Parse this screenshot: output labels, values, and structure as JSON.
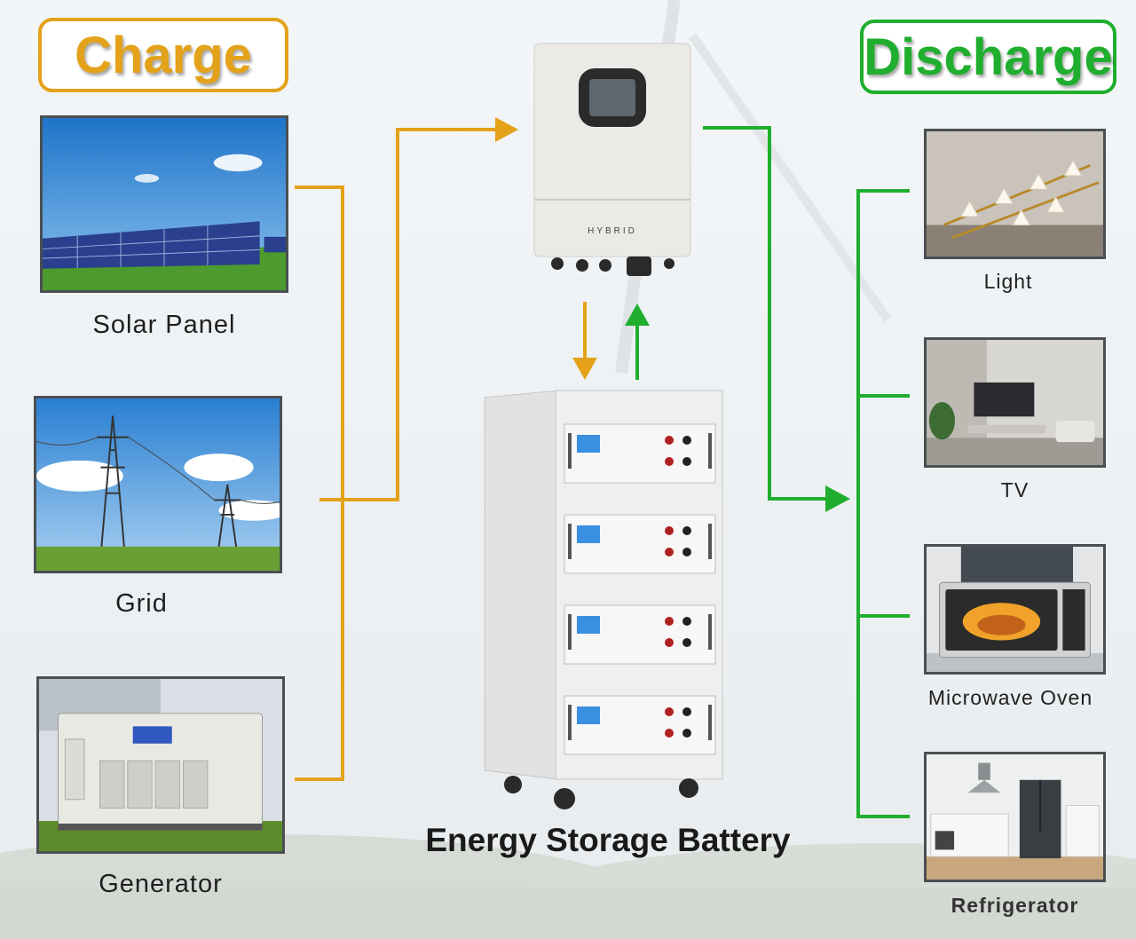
{
  "charge": {
    "title": "Charge",
    "sources": [
      {
        "label": "Solar Panel",
        "icon": "solar-panel-photo"
      },
      {
        "label": "Grid",
        "icon": "power-grid-photo"
      },
      {
        "label": "Generator",
        "icon": "generator-photo"
      }
    ]
  },
  "discharge": {
    "title": "Discharge",
    "loads": [
      {
        "label": "Light",
        "icon": "chandelier-photo"
      },
      {
        "label": "TV",
        "icon": "tv-photo"
      },
      {
        "label": "Microwave Oven",
        "icon": "microwave-photo"
      },
      {
        "label": "Refrigerator",
        "icon": "refrigerator-photo"
      }
    ]
  },
  "inverter": {
    "brand_text": "HYBRID"
  },
  "battery": {
    "label": "Energy Storage Battery",
    "modules": 4
  },
  "colors": {
    "charge": "#e3a21a",
    "discharge": "#1fae2e"
  }
}
